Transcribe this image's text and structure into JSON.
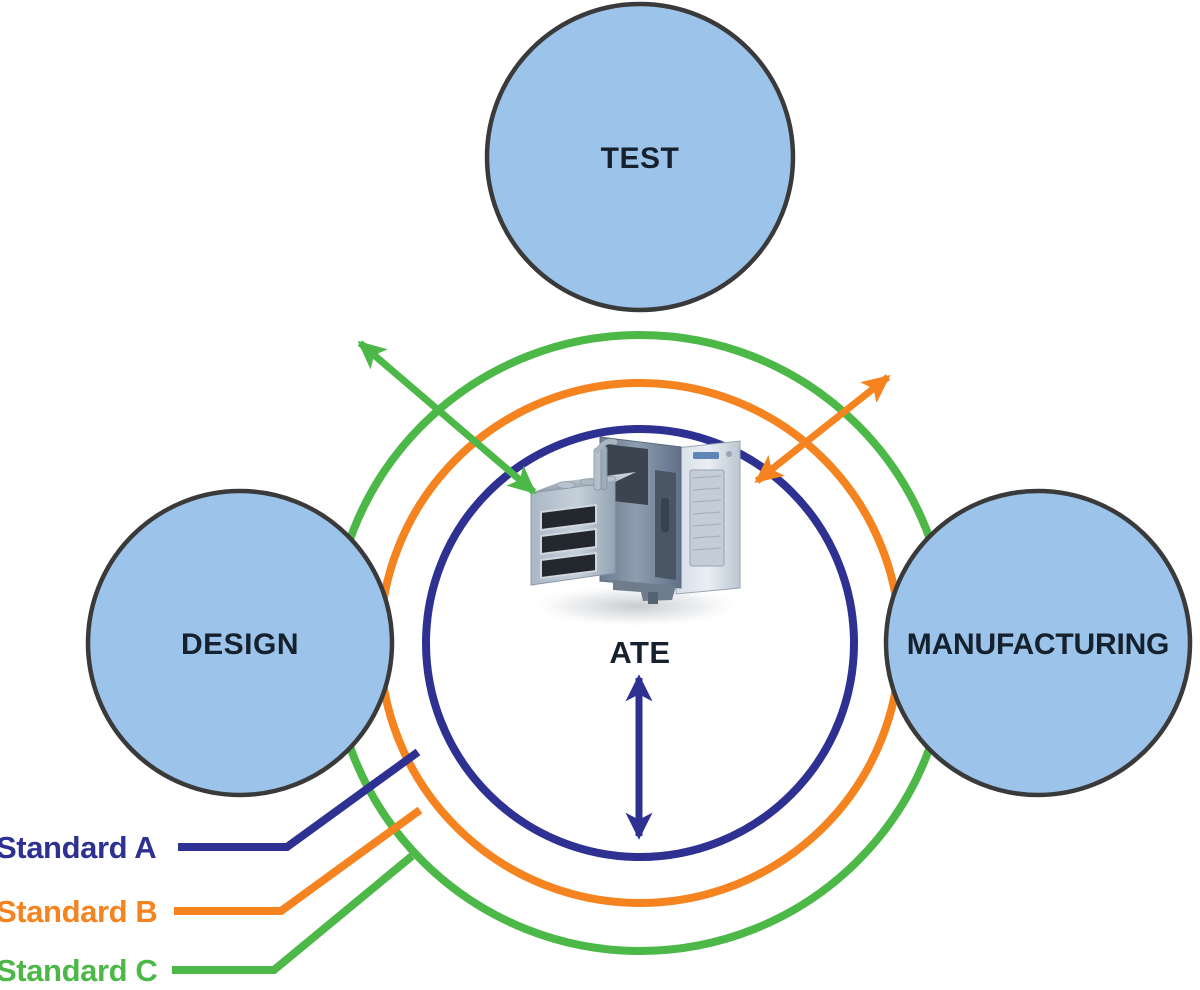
{
  "diagram": {
    "title_nodes": {
      "test": "TEST",
      "design": "DESIGN",
      "manufacturing": "MANUFACTURING"
    },
    "center": {
      "label": "ATE",
      "equipment_name": "ate-machine-photo"
    },
    "legend": {
      "items": [
        {
          "label": "Standard A",
          "color": "#2E3192",
          "key": "standard-a"
        },
        {
          "label": "Standard B",
          "color": "#F5831F",
          "key": "standard-b"
        },
        {
          "label": "Standard C",
          "color": "#4CB848",
          "key": "standard-c"
        }
      ]
    },
    "colors": {
      "node_fill": "#9CC3EA",
      "node_stroke": "#3A3A3A",
      "standard_a": "#2E3192",
      "standard_b": "#F5831F",
      "standard_c": "#4CB848",
      "text": "#16212E",
      "background": "#FFFFFF"
    },
    "arrows": {
      "design_to_ate": {
        "name": "design-ate-arrow",
        "color": "#4CB848",
        "heads": "double"
      },
      "manufacturing_to_ate": {
        "name": "manufacturing-ate-arrow",
        "color": "#F5831F",
        "heads": "double"
      },
      "ate_to_ring": {
        "name": "ate-ring-arrow",
        "color": "#2E3192",
        "heads": "double"
      }
    },
    "rings": [
      {
        "name": "ring-standard-a",
        "color": "#2E3192",
        "radius": 214
      },
      {
        "name": "ring-standard-b",
        "color": "#F5831F",
        "radius": 260
      },
      {
        "name": "ring-standard-c",
        "color": "#4CB848",
        "radius": 308
      }
    ]
  }
}
